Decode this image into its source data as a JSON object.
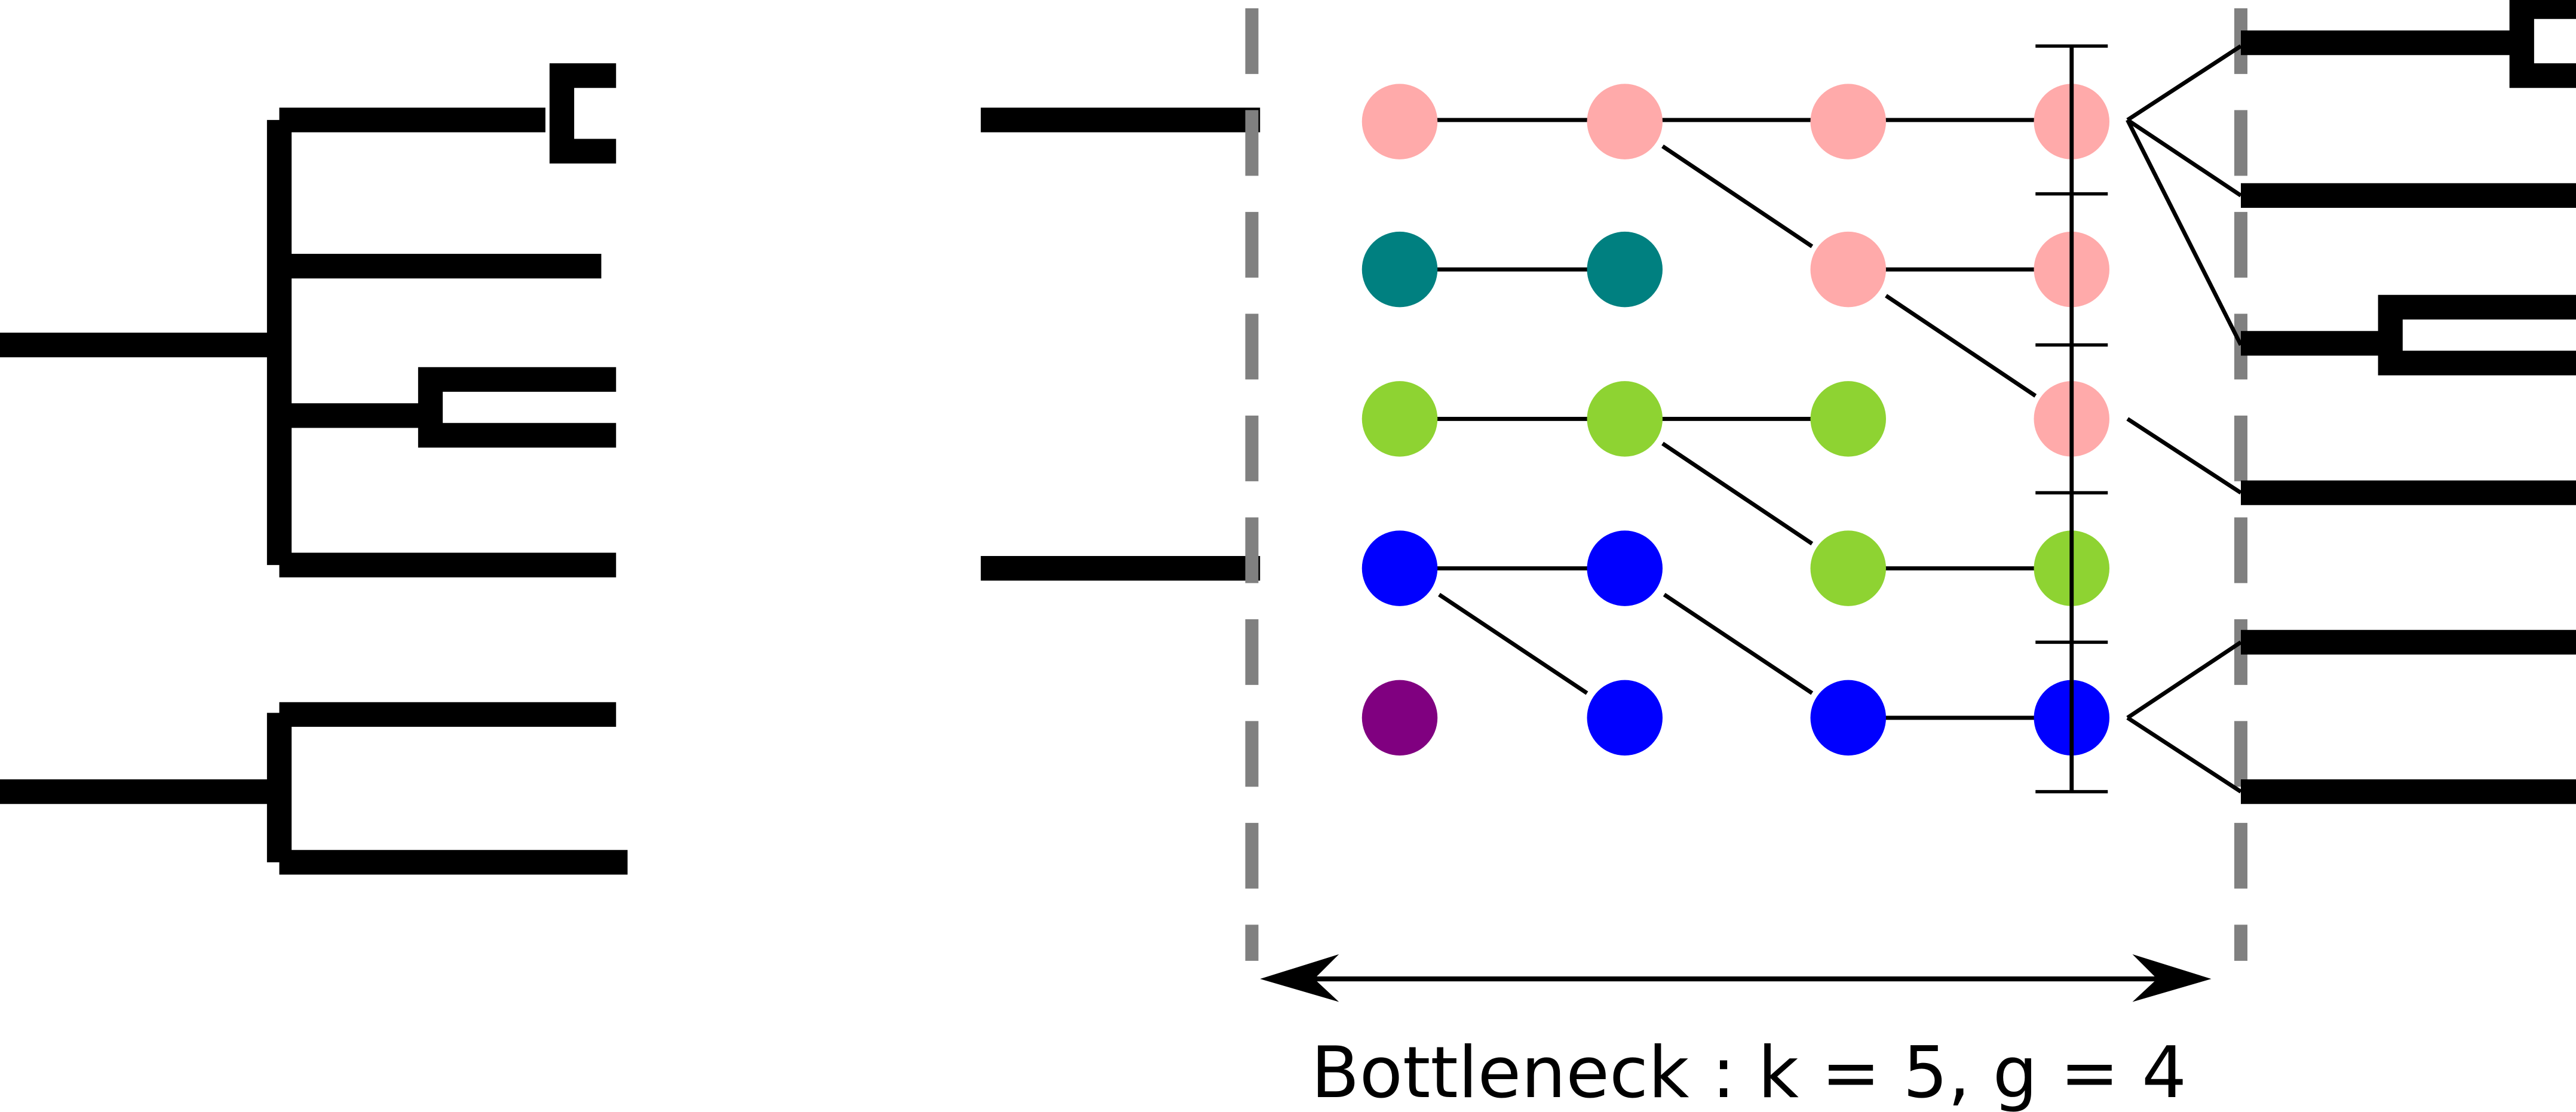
{
  "caption": "Bottleneck : k = 5, g = 4",
  "colors": {
    "pink": "#ffaaaa",
    "teal": "#008080",
    "green": "#8ed332",
    "blue": "#0000ff",
    "purple": "#800080",
    "line": "#000000",
    "dashed": "#808080"
  },
  "lineages": [
    {
      "row": 0,
      "gens": [
        "pink",
        "pink",
        "pink",
        "pink"
      ]
    },
    {
      "row": 1,
      "gens": [
        "teal",
        "teal",
        "pink",
        "pink"
      ]
    },
    {
      "row": 2,
      "gens": [
        "green",
        "green",
        "green",
        "pink"
      ]
    },
    {
      "row": 3,
      "gens": [
        "blue",
        "blue",
        "green",
        "green"
      ]
    },
    {
      "row": 4,
      "gens": [
        "purple",
        "blue",
        "blue",
        "blue"
      ]
    }
  ]
}
